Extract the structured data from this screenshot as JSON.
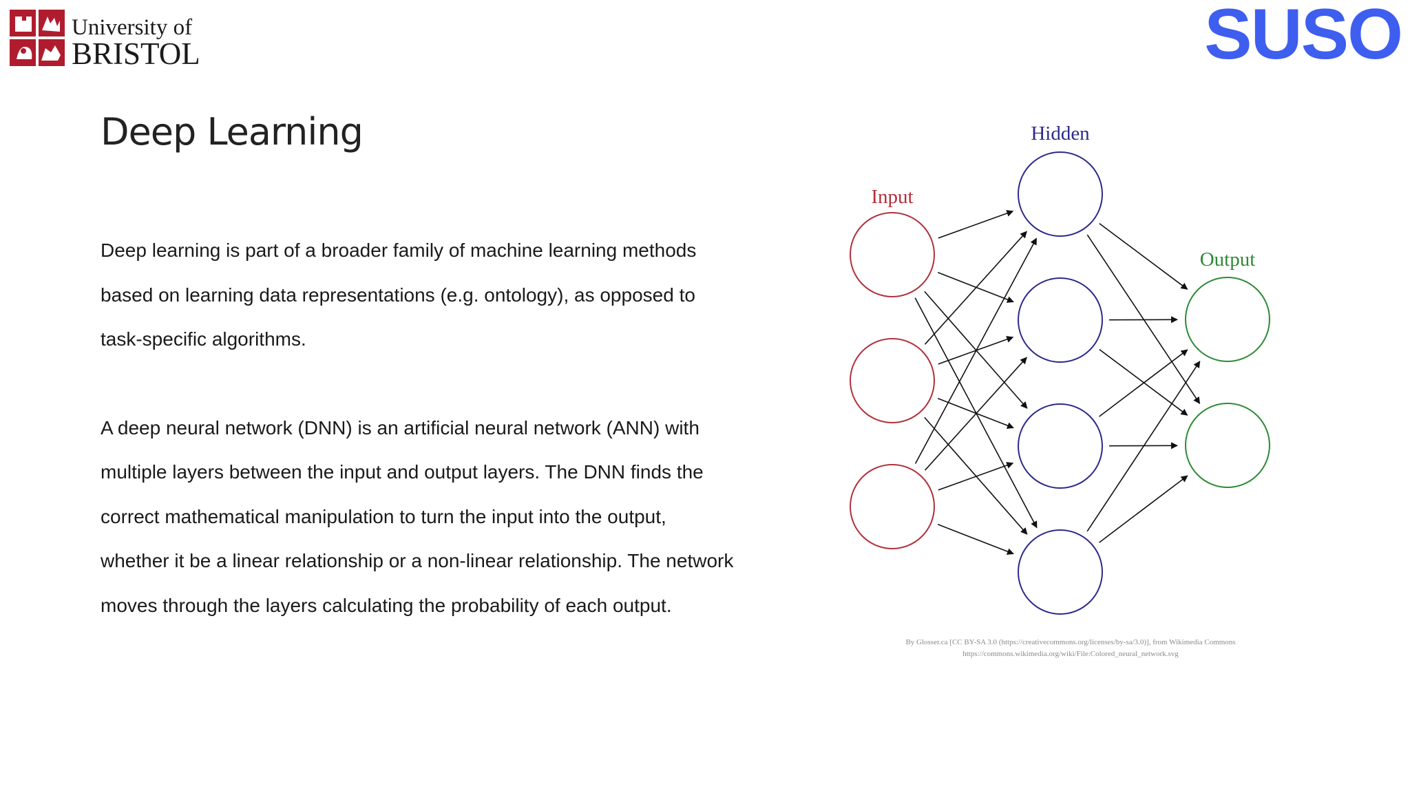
{
  "header": {
    "logo": {
      "line1": "University of",
      "line2": "BRISTOL",
      "color": "#b01c2e"
    },
    "brand": {
      "text": "SUSO",
      "color": "#3e5ef0"
    }
  },
  "slide": {
    "title": "Deep Learning",
    "paragraphs": [
      "Deep learning is part of a broader family of machine learning methods based on learning data representations (e.g. ontology), as opposed to task-specific algorithms.",
      "A deep neural network (DNN) is an artificial neural network (ANN) with multiple layers between the input and output layers. The DNN finds the correct mathematical manipulation to turn the input into the output, whether it be a linear relationship or a non-linear relationship. The network moves through the layers calculating the probability of each output."
    ]
  },
  "diagram": {
    "layers": [
      {
        "label": "Input",
        "nodes": 3,
        "color": "#b0303a"
      },
      {
        "label": "Hidden",
        "nodes": 4,
        "color": "#2b2a8c"
      },
      {
        "label": "Output",
        "nodes": 2,
        "color": "#2d8a35"
      }
    ],
    "caption": {
      "line1": "By Glosser.ca [CC BY-SA 3.0 (https://creativecommons.org/licenses/by-sa/3.0)], from Wikimedia Commons",
      "line2": "https://commons.wikimedia.org/wiki/File:Colored_neural_network.svg"
    }
  }
}
